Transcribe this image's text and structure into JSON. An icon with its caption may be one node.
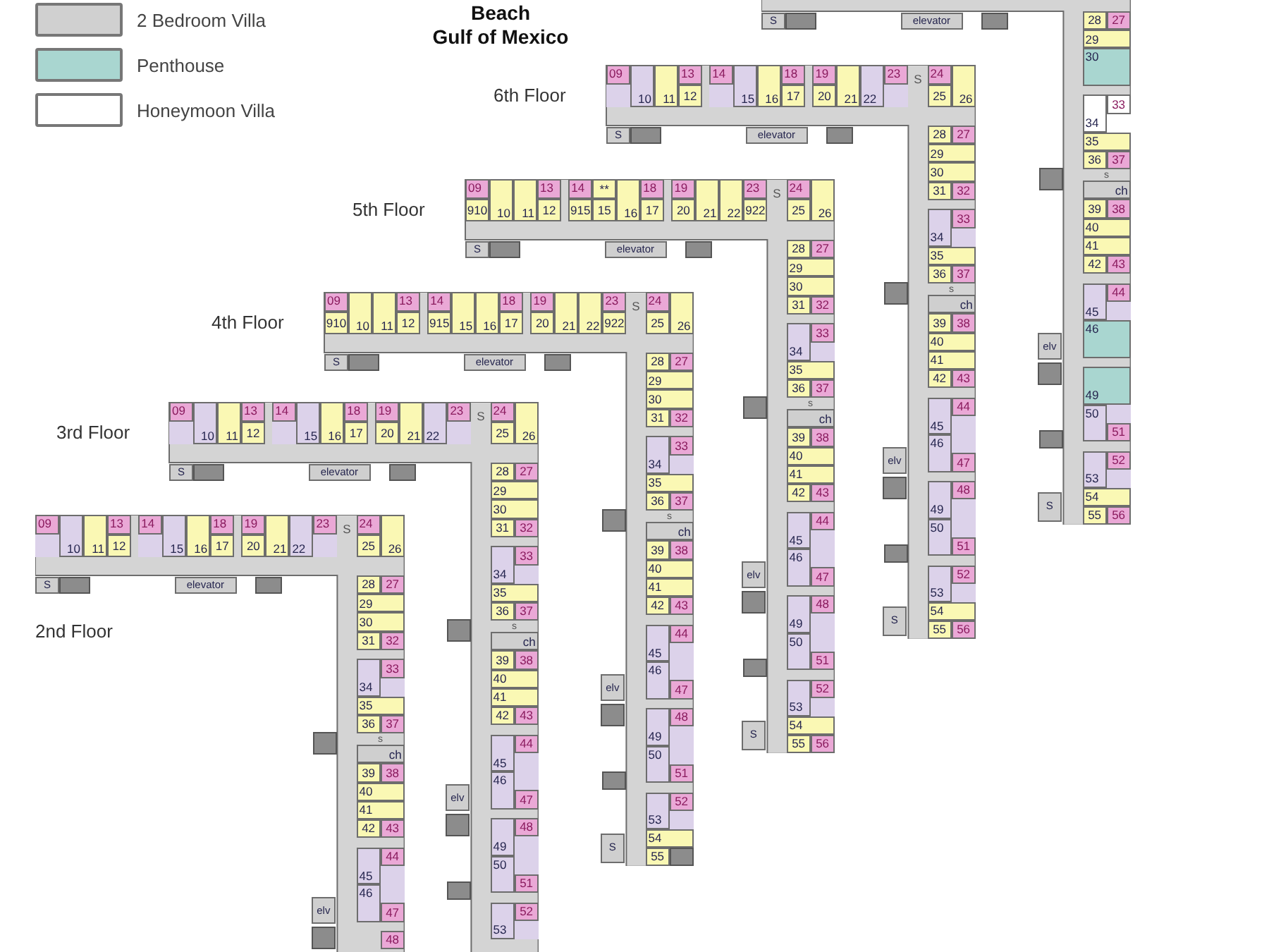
{
  "diagram": {
    "nodes": [
      {
        "text": [],
        "shape": "box"
      },
      {
        "text": [
          "S"
        ],
        "in": 0
      },
      {
        "text": [
          "elevator"
        ],
        "in": 0
      },
      {
        "text": [
          "28"
        ],
        "in": 0
      },
      {
        "text": [
          "27"
        ],
        "in": 0
      },
      {
        "text": [
          "29"
        ],
        "in": 0
      },
      {
        "text": [
          "30"
        ],
        "in": 0
      },
      {
        "text": [
          "33"
        ],
        "in": 0
      },
      {
        "text": [
          "34"
        ],
        "in": 0
      },
      {
        "text": [
          "35"
        ],
        "in": 0
      },
      {
        "text": [
          "36"
        ],
        "in": 0
      },
      {
        "text": [
          "37"
        ],
        "in": 0
      },
      {
        "text": [
          "s"
        ],
        "in": 0
      },
      {
        "text": [
          "ch"
        ],
        "in": 0
      },
      {
        "text": [
          "39"
        ],
        "in": 0
      },
      {
        "text": [
          "38"
        ],
        "in": 0
      },
      {
        "text": [
          "40"
        ],
        "in": 0
      },
      {
        "text": [
          "41"
        ],
        "in": 0
      },
      {
        "text": [
          "42"
        ],
        "in": 0
      },
      {
        "text": [
          "43"
        ],
        "in": 0
      },
      {
        "text": [
          "44"
        ],
        "in": 0
      },
      {
        "text": [
          "45"
        ],
        "in": 0
      },
      {
        "text": [
          "46"
        ],
        "in": 0
      },
      {
        "text": [
          "elv"
        ],
        "in": 0
      },
      {
        "text": [
          "49"
        ],
        "in": 0
      },
      {
        "text": [
          "50"
        ],
        "in": 0
      },
      {
        "text": [
          "51"
        ],
        "in": 0
      },
      {
        "text": [
          "52"
        ],
        "in": 0
      },
      {
        "text": [
          "53"
        ],
        "in": 0
      },
      {
        "text": [
          "54"
        ],
        "in": 0
      },
      {
        "text": [
          "55"
        ],
        "in": 0
      },
      {
        "text": [
          "56"
        ],
        "in": 0
      },
      {
        "text": [
          "S"
        ],
        "in": 0
      },
      {
        "text": [
          "6th Floor"
        ]
      },
      {
        "text": [
          "09"
        ],
        "in": 33
      },
      {
        "text": [
          "10"
        ],
        "in": 33
      },
      {
        "text": [
          "11"
        ],
        "in": 33
      },
      {
        "text": [
          "13"
        ],
        "in": 33
      },
      {
        "text": [
          "12"
        ],
        "in": 33
      },
      {
        "text": [
          "14"
        ],
        "in": 33
      },
      {
        "text": [
          "15"
        ],
        "in": 33
      },
      {
        "text": [
          "16"
        ],
        "in": 33
      },
      {
        "text": [
          "18"
        ],
        "in": 33
      },
      {
        "text": [
          "17"
        ],
        "in": 33
      },
      {
        "text": [
          "19"
        ],
        "in": 33
      },
      {
        "text": [
          "20"
        ],
        "in": 33
      },
      {
        "text": [
          "21"
        ],
        "in": 33
      },
      {
        "text": [
          "22"
        ],
        "in": 33
      },
      {
        "text": [
          "23"
        ],
        "in": 33
      },
      {
        "text": [
          "S"
        ],
        "in": 33
      },
      {
        "text": [
          "24"
        ],
        "in": 33
      },
      {
        "text": [
          "25"
        ],
        "in": 33
      },
      {
        "text": [
          "26"
        ],
        "in": 33
      },
      {
        "text": [
          "S"
        ],
        "in": 33
      },
      {
        "text": [
          "elevator"
        ],
        "in": 33
      },
      {
        "text": [
          "28"
        ],
        "in": 33
      },
      {
        "text": [
          "27"
        ],
        "in": 33
      },
      {
        "text": [
          "29"
        ],
        "in": 33
      },
      {
        "text": [
          "30"
        ],
        "in": 33
      },
      {
        "text": [
          "31"
        ],
        "in": 33
      },
      {
        "text": [
          "32"
        ],
        "in": 33
      },
      {
        "text": [
          "33"
        ],
        "in": 33
      },
      {
        "text": [
          "34"
        ],
        "in": 33
      },
      {
        "text": [
          "35"
        ],
        "in": 33
      },
      {
        "text": [
          "36"
        ],
        "in": 33
      },
      {
        "text": [
          "37"
        ],
        "in": 33
      },
      {
        "text": [
          "s"
        ],
        "in": 33
      },
      {
        "text": [
          "ch"
        ],
        "in": 33
      },
      {
        "text": [
          "39"
        ],
        "in": 33
      },
      {
        "text": [
          "38"
        ],
        "in": 33
      },
      {
        "text": [
          "40"
        ],
        "in": 33
      },
      {
        "text": [
          "41"
        ],
        "in": 33
      },
      {
        "text": [
          "42"
        ],
        "in": 33
      },
      {
        "text": [
          "43"
        ],
        "in": 33
      },
      {
        "text": [
          "44"
        ],
        "in": 33
      },
      {
        "text": [
          "45"
        ],
        "in": 33
      },
      {
        "text": [
          "46"
        ],
        "in": 33
      },
      {
        "text": [
          "47"
        ],
        "in": 33
      },
      {
        "text": [
          "elv"
        ],
        "in": 33
      },
      {
        "text": [
          "48"
        ],
        "in": 33
      },
      {
        "text": [
          "49"
        ],
        "in": 33
      },
      {
        "text": [
          "50"
        ],
        "in": 33
      },
      {
        "text": [
          "51"
        ],
        "in": 33
      },
      {
        "text": [
          "52"
        ],
        "in": 33
      },
      {
        "text": [
          "53"
        ],
        "in": 33
      },
      {
        "text": [
          "54"
        ],
        "in": 33
      },
      {
        "text": [
          "55"
        ],
        "in": 33
      },
      {
        "text": [
          "56"
        ],
        "in": 33
      },
      {
        "text": [
          "S"
        ],
        "in": 33
      },
      {
        "text": [
          "5th Floor"
        ]
      },
      {
        "text": [
          "09"
        ],
        "in": 89
      },
      {
        "text": [
          "910"
        ],
        "in": 89
      },
      {
        "text": [
          "10"
        ],
        "in": 89
      },
      {
        "text": [
          "11"
        ],
        "in": 89
      },
      {
        "text": [
          "13"
        ],
        "in": 89
      },
      {
        "text": [
          "12"
        ],
        "in": 89
      },
      {
        "text": [
          "14"
        ],
        "in": 89
      },
      {
        "text": [
          "915"
        ],
        "in": 89
      },
      {
        "text": [
          "**"
        ],
        "in": 89
      },
      {
        "text": [
          "15"
        ],
        "in": 89
      },
      {
        "text": [
          "16"
        ],
        "in": 89
      },
      {
        "text": [
          "18"
        ],
        "in": 89
      },
      {
        "text": [
          "17"
        ],
        "in": 89
      },
      {
        "text": [
          "19"
        ],
        "in": 89
      },
      {
        "text": [
          "20"
        ],
        "in": 89
      },
      {
        "text": [
          "21"
        ],
        "in": 89
      },
      {
        "text": [
          "22"
        ],
        "in": 89
      },
      {
        "text": [
          "23"
        ],
        "in": 89
      },
      {
        "text": [
          "922"
        ],
        "in": 89
      },
      {
        "text": [
          "S"
        ],
        "in": 89
      },
      {
        "text": [
          "24"
        ],
        "in": 89
      },
      {
        "text": [
          "25"
        ],
        "in": 89
      },
      {
        "text": [
          "26"
        ],
        "in": 89
      },
      {
        "text": [
          "S"
        ],
        "in": 89
      },
      {
        "text": [
          "elevator"
        ],
        "in": 89
      },
      {
        "text": [
          "28"
        ],
        "in": 89
      },
      {
        "text": [
          "27"
        ],
        "in": 89
      },
      {
        "text": [
          "29"
        ],
        "in": 89
      },
      {
        "text": [
          "30"
        ],
        "in": 89
      },
      {
        "text": [
          "31"
        ],
        "in": 89
      },
      {
        "text": [
          "32"
        ],
        "in": 89
      },
      {
        "text": [
          "33"
        ],
        "in": 89
      },
      {
        "text": [
          "34"
        ],
        "in": 89
      },
      {
        "text": [
          "35"
        ],
        "in": 89
      },
      {
        "text": [
          "36"
        ],
        "in": 89
      },
      {
        "text": [
          "37"
        ],
        "in": 89
      },
      {
        "text": [
          "s"
        ],
        "in": 89
      },
      {
        "text": [
          "ch"
        ],
        "in": 89
      },
      {
        "text": [
          "39"
        ],
        "in": 89
      },
      {
        "text": [
          "38"
        ],
        "in": 89
      },
      {
        "text": [
          "40"
        ],
        "in": 89
      },
      {
        "text": [
          "41"
        ],
        "in": 89
      },
      {
        "text": [
          "42"
        ],
        "in": 89
      },
      {
        "text": [
          "43"
        ],
        "in": 89
      },
      {
        "text": [
          "44"
        ],
        "in": 89
      },
      {
        "text": [
          "45"
        ],
        "in": 89
      },
      {
        "text": [
          "46"
        ],
        "in": 89
      },
      {
        "text": [
          "47"
        ],
        "in": 89
      },
      {
        "text": [
          "elv"
        ],
        "in": 89
      },
      {
        "text": [
          "48"
        ],
        "in": 89
      },
      {
        "text": [
          "49"
        ],
        "in": 89
      },
      {
        "text": [
          "50"
        ],
        "in": 89
      },
      {
        "text": [
          "51"
        ],
        "in": 89
      },
      {
        "text": [
          "52"
        ],
        "in": 89
      },
      {
        "text": [
          "53"
        ],
        "in": 89
      },
      {
        "text": [
          "54"
        ],
        "in": 89
      },
      {
        "text": [
          "55"
        ],
        "in": 89
      },
      {
        "text": [
          "56"
        ],
        "in": 89
      },
      {
        "text": [
          "S"
        ],
        "in": 89
      },
      {
        "text": [
          "4th Floor"
        ]
      },
      {
        "text": [
          "09"
        ],
        "in": 149
      },
      {
        "text": [
          "910"
        ],
        "in": 149
      },
      {
        "text": [
          "10"
        ],
        "in": 149
      },
      {
        "text": [
          "11"
        ],
        "in": 149
      },
      {
        "text": [
          "13"
        ],
        "in": 149
      },
      {
        "text": [
          "12"
        ],
        "in": 149
      },
      {
        "text": [
          "14"
        ],
        "in": 149
      },
      {
        "text": [
          "915"
        ],
        "in": 149
      },
      {
        "text": [
          "15"
        ],
        "in": 149
      },
      {
        "text": [
          "16"
        ],
        "in": 149
      },
      {
        "text": [
          "18"
        ],
        "in": 149
      },
      {
        "text": [
          "17"
        ],
        "in": 149
      },
      {
        "text": [
          "19"
        ],
        "in": 149
      },
      {
        "text": [
          "20"
        ],
        "in": 149
      },
      {
        "text": [
          "21"
        ],
        "in": 149
      },
      {
        "text": [
          "22"
        ],
        "in": 149
      },
      {
        "text": [
          "23"
        ],
        "in": 149
      },
      {
        "text": [
          "922"
        ],
        "in": 149
      },
      {
        "text": [
          "S"
        ],
        "in": 149
      },
      {
        "text": [
          "24"
        ],
        "in": 149
      },
      {
        "text": [
          "25"
        ],
        "in": 149
      },
      {
        "text": [
          "26"
        ],
        "in": 149
      },
      {
        "text": [
          "S"
        ],
        "in": 149
      },
      {
        "text": [
          "elevator"
        ],
        "in": 149
      },
      {
        "text": [
          "28"
        ],
        "in": 149
      },
      {
        "text": [
          "27"
        ],
        "in": 149
      },
      {
        "text": [
          "29"
        ],
        "in": 149
      },
      {
        "text": [
          "30"
        ],
        "in": 149
      },
      {
        "text": [
          "31"
        ],
        "in": 149
      },
      {
        "text": [
          "32"
        ],
        "in": 149
      },
      {
        "text": [
          "33"
        ],
        "in": 149
      },
      {
        "text": [
          "34"
        ],
        "in": 149
      },
      {
        "text": [
          "35"
        ],
        "in": 149
      },
      {
        "text": [
          "36"
        ],
        "in": 149
      },
      {
        "text": [
          "37"
        ],
        "in": 149
      },
      {
        "text": [
          "s"
        ],
        "in": 149
      },
      {
        "text": [
          "ch"
        ],
        "in": 149
      },
      {
        "text": [
          "39"
        ],
        "in": 149
      },
      {
        "text": [
          "38"
        ],
        "in": 149
      },
      {
        "text": [
          "40"
        ],
        "in": 149
      },
      {
        "text": [
          "41"
        ],
        "in": 149
      },
      {
        "text": [
          "42"
        ],
        "in": 149
      },
      {
        "text": [
          "43"
        ],
        "in": 149
      },
      {
        "text": [
          "44"
        ],
        "in": 149
      },
      {
        "text": [
          "45"
        ],
        "in": 149
      },
      {
        "text": [
          "46"
        ],
        "in": 149
      },
      {
        "text": [
          "47"
        ],
        "in": 149
      },
      {
        "text": [
          "elv"
        ],
        "in": 149
      },
      {
        "text": [
          "48"
        ],
        "in": 149
      },
      {
        "text": [
          "49"
        ],
        "in": 149
      },
      {
        "text": [
          "50"
        ],
        "in": 149
      },
      {
        "text": [
          "51"
        ],
        "in": 149
      },
      {
        "text": [
          "52"
        ],
        "in": 149
      },
      {
        "text": [
          "53"
        ],
        "in": 149
      },
      {
        "text": [
          "54"
        ],
        "in": 149
      },
      {
        "text": [
          "55"
        ],
        "in": 149
      },
      {
        "text": [
          "S"
        ],
        "in": 149
      },
      {
        "text": [
          "3rd Floor"
        ]
      },
      {
        "text": [
          "09"
        ],
        "in": 207
      },
      {
        "text": [
          "10"
        ],
        "in": 207
      },
      {
        "text": [
          "11"
        ],
        "in": 207
      },
      {
        "text": [
          "13"
        ],
        "in": 207
      },
      {
        "text": [
          "12"
        ],
        "in": 207
      },
      {
        "text": [
          "14"
        ],
        "in": 207
      },
      {
        "text": [
          "15"
        ],
        "in": 207
      },
      {
        "text": [
          "16"
        ],
        "in": 207
      },
      {
        "text": [
          "18"
        ],
        "in": 207
      },
      {
        "text": [
          "17"
        ],
        "in": 207
      },
      {
        "text": [
          "19"
        ],
        "in": 207
      },
      {
        "text": [
          "20"
        ],
        "in": 207
      },
      {
        "text": [
          "21"
        ],
        "in": 207
      },
      {
        "text": [
          "22"
        ],
        "in": 207
      },
      {
        "text": [
          "23"
        ],
        "in": 207
      },
      {
        "text": [
          "S"
        ],
        "in": 207
      },
      {
        "text": [
          "24"
        ],
        "in": 207
      },
      {
        "text": [
          "25"
        ],
        "in": 207
      },
      {
        "text": [
          "26"
        ],
        "in": 207
      },
      {
        "text": [
          "S"
        ],
        "in": 207
      },
      {
        "text": [
          "elevator"
        ],
        "in": 207
      },
      {
        "text": [
          "28"
        ],
        "in": 207
      },
      {
        "text": [
          "27"
        ],
        "in": 207
      },
      {
        "text": [
          "29"
        ],
        "in": 207
      },
      {
        "text": [
          "30"
        ],
        "in": 207
      },
      {
        "text": [
          "31"
        ],
        "in": 207
      },
      {
        "text": [
          "32"
        ],
        "in": 207
      },
      {
        "text": [
          "33"
        ],
        "in": 207
      },
      {
        "text": [
          "34"
        ],
        "in": 207
      },
      {
        "text": [
          "35"
        ],
        "in": 207
      },
      {
        "text": [
          "36"
        ],
        "in": 207
      },
      {
        "text": [
          "37"
        ],
        "in": 207
      },
      {
        "text": [
          "s"
        ],
        "in": 207
      },
      {
        "text": [
          "ch"
        ],
        "in": 207
      },
      {
        "text": [
          "39"
        ],
        "in": 207
      },
      {
        "text": [
          "38"
        ],
        "in": 207
      },
      {
        "text": [
          "40"
        ],
        "in": 207
      },
      {
        "text": [
          "41"
        ],
        "in": 207
      },
      {
        "text": [
          "42"
        ],
        "in": 207
      },
      {
        "text": [
          "43"
        ],
        "in": 207
      },
      {
        "text": [
          "44"
        ],
        "in": 207
      },
      {
        "text": [
          "45"
        ],
        "in": 207
      },
      {
        "text": [
          "46"
        ],
        "in": 207
      },
      {
        "text": [
          "47"
        ],
        "in": 207
      },
      {
        "text": [
          "elv"
        ],
        "in": 207
      },
      {
        "text": [
          "48"
        ],
        "in": 207
      },
      {
        "text": [
          "49"
        ],
        "in": 207
      },
      {
        "text": [
          "50"
        ],
        "in": 207
      },
      {
        "text": [
          "51"
        ],
        "in": 207
      },
      {
        "text": [
          "52"
        ],
        "in": 207
      },
      {
        "text": [
          "53"
        ],
        "in": 207
      },
      {
        "text": [
          "2nd Floor"
        ]
      },
      {
        "text": [
          "09"
        ],
        "in": 259
      },
      {
        "text": [
          "10"
        ],
        "in": 259
      },
      {
        "text": [
          "11"
        ],
        "in": 259
      },
      {
        "text": [
          "13"
        ],
        "in": 259
      },
      {
        "text": [
          "12"
        ],
        "in": 259
      },
      {
        "text": [
          "14"
        ],
        "in": 259
      },
      {
        "text": [
          "15"
        ],
        "in": 259
      },
      {
        "text": [
          "16"
        ],
        "in": 259
      },
      {
        "text": [
          "18"
        ],
        "in": 259
      },
      {
        "text": [
          "17"
        ],
        "in": 259
      },
      {
        "text": [
          "19"
        ],
        "in": 259
      },
      {
        "text": [
          "20"
        ],
        "in": 259
      },
      {
        "text": [
          "21"
        ],
        "in": 259
      },
      {
        "text": [
          "22"
        ],
        "in": 259
      },
      {
        "text": [
          "23"
        ],
        "in": 259
      },
      {
        "text": [
          "S"
        ],
        "in": 259
      },
      {
        "text": [
          "24"
        ],
        "in": 259
      },
      {
        "text": [
          "25"
        ],
        "in": 259
      },
      {
        "text": [
          "26"
        ],
        "in": 259
      },
      {
        "text": [
          "S"
        ],
        "in": 259
      },
      {
        "text": [
          "elevator"
        ],
        "in": 259
      },
      {
        "text": [
          "28"
        ],
        "in": 259
      },
      {
        "text": [
          "27"
        ],
        "in": 259
      },
      {
        "text": [
          "29"
        ],
        "in": 259
      },
      {
        "text": [
          "30"
        ],
        "in": 259
      },
      {
        "text": [
          "31"
        ],
        "in": 259
      },
      {
        "text": [
          "32"
        ],
        "in": 259
      },
      {
        "text": [
          "33"
        ],
        "in": 259
      },
      {
        "text": [
          "34"
        ],
        "in": 259
      },
      {
        "text": [
          "35"
        ],
        "in": 259
      },
      {
        "text": [
          "36"
        ],
        "in": 259
      },
      {
        "text": [
          "37"
        ],
        "in": 259
      },
      {
        "text": [
          "s"
        ],
        "in": 259
      },
      {
        "text": [
          "ch"
        ],
        "in": 259
      },
      {
        "text": [
          "39"
        ],
        "in": 259
      },
      {
        "text": [
          "38"
        ],
        "in": 259
      },
      {
        "text": [
          "40"
        ],
        "in": 259
      },
      {
        "text": [
          "41"
        ],
        "in": 259
      },
      {
        "text": [
          "42"
        ],
        "in": 259
      },
      {
        "text": [
          "43"
        ],
        "in": 259
      },
      {
        "text": [
          "44"
        ],
        "in": 259
      },
      {
        "text": [
          "45"
        ],
        "in": 259
      },
      {
        "text": [
          "46"
        ],
        "in": 259
      },
      {
        "text": [
          "47"
        ],
        "in": 259
      },
      {
        "text": [
          "elv"
        ],
        "in": 259
      },
      {
        "text": [
          "48"
        ],
        "in": 259
      }
    ],
    "labels": [
      "Beach",
      "Gulf of Mexico"
    ],
    "legend": [
      {
        "text": "2 Bedroom Villa",
        "color": "#d0d0d0"
      },
      {
        "text": "Penthouse",
        "color": "#a9d6d0"
      },
      {
        "text": "Honeymoon Villa",
        "color": "#ffffff"
      }
    ]
  }
}
